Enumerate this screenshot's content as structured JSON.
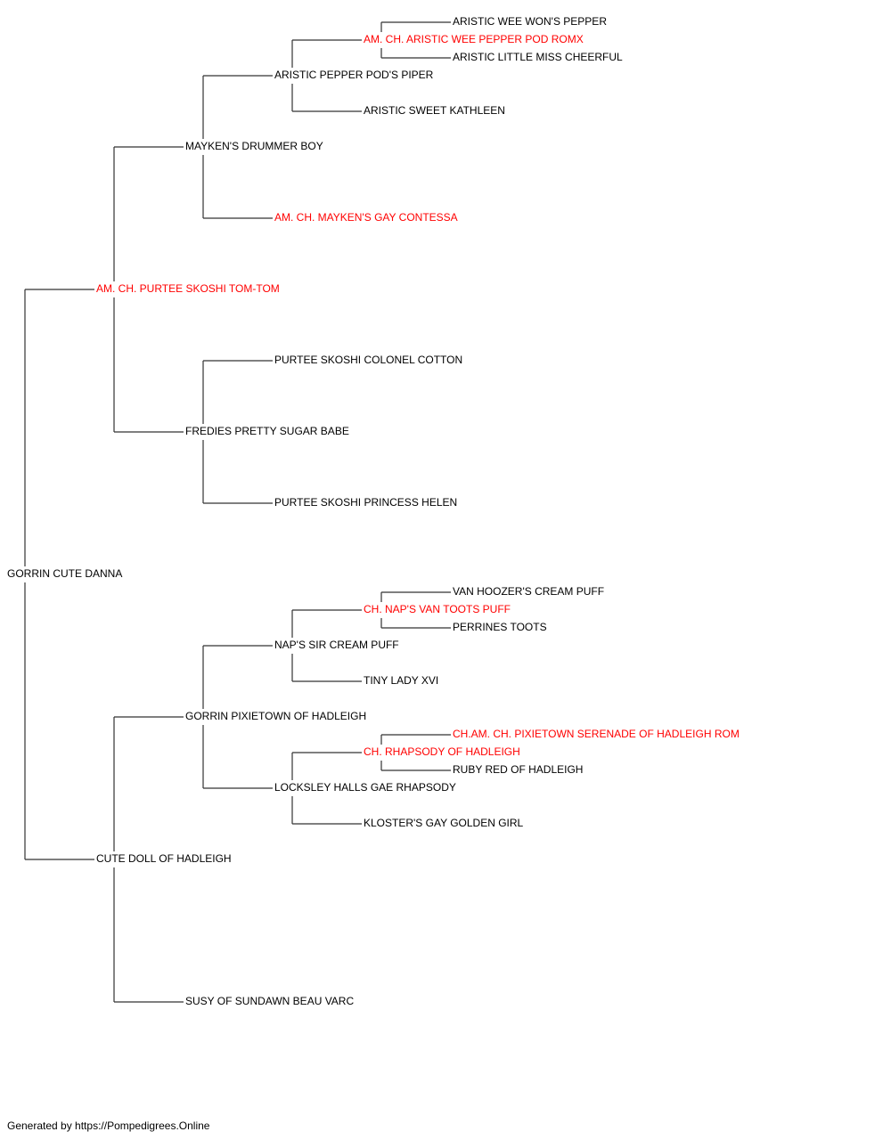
{
  "colors": {
    "champion": "#ff0000",
    "normal": "#000000",
    "line": "#333333"
  },
  "nodes": [
    {
      "id": "n0",
      "name": "GORRIN CUTE DANNA",
      "gen": 0,
      "row": 32,
      "champion": false
    },
    {
      "id": "n1",
      "name": "AM. CH. PURTEE SKOSHI TOM-TOM",
      "gen": 1,
      "row": 16,
      "champion": true,
      "parent": "n0"
    },
    {
      "id": "n2",
      "name": "MAYKEN'S DRUMMER BOY",
      "gen": 2,
      "row": 8,
      "champion": false,
      "parent": "n1"
    },
    {
      "id": "n3",
      "name": "ARISTIC PEPPER POD'S PIPER",
      "gen": 3,
      "row": 4,
      "champion": false,
      "parent": "n2"
    },
    {
      "id": "n4",
      "name": "AM. CH. ARISTIC WEE PEPPER POD ROMX",
      "gen": 4,
      "row": 2,
      "champion": true,
      "parent": "n3"
    },
    {
      "id": "n5",
      "name": "ARISTIC WEE WON'S PEPPER",
      "gen": 5,
      "row": 1,
      "champion": false,
      "parent": "n4"
    },
    {
      "id": "n6",
      "name": "ARISTIC LITTLE MISS CHEERFUL",
      "gen": 5,
      "row": 3,
      "champion": false,
      "parent": "n4"
    },
    {
      "id": "n7",
      "name": "ARISTIC SWEET KATHLEEN",
      "gen": 4,
      "row": 6,
      "champion": false,
      "parent": "n3"
    },
    {
      "id": "n8",
      "name": "AM. CH. MAYKEN'S GAY CONTESSA",
      "gen": 3,
      "row": 12,
      "champion": true,
      "parent": "n2"
    },
    {
      "id": "n9",
      "name": "FREDIES PRETTY SUGAR BABE",
      "gen": 2,
      "row": 24,
      "champion": false,
      "parent": "n1"
    },
    {
      "id": "n10",
      "name": "PURTEE SKOSHI COLONEL COTTON",
      "gen": 3,
      "row": 20,
      "champion": false,
      "parent": "n9"
    },
    {
      "id": "n11",
      "name": "PURTEE SKOSHI PRINCESS HELEN",
      "gen": 3,
      "row": 28,
      "champion": false,
      "parent": "n9"
    },
    {
      "id": "n12",
      "name": "CUTE DOLL OF HADLEIGH",
      "gen": 1,
      "row": 48,
      "champion": false,
      "parent": "n0"
    },
    {
      "id": "n13",
      "name": "GORRIN PIXIETOWN OF HADLEIGH",
      "gen": 2,
      "row": 40,
      "champion": false,
      "parent": "n12"
    },
    {
      "id": "n14",
      "name": "NAP'S SIR CREAM PUFF",
      "gen": 3,
      "row": 36,
      "champion": false,
      "parent": "n13"
    },
    {
      "id": "n15",
      "name": "CH. NAP'S VAN TOOTS PUFF",
      "gen": 4,
      "row": 34,
      "champion": true,
      "parent": "n14"
    },
    {
      "id": "n16",
      "name": "VAN HOOZER'S CREAM PUFF",
      "gen": 5,
      "row": 33,
      "champion": false,
      "parent": "n15"
    },
    {
      "id": "n17",
      "name": "PERRINES TOOTS",
      "gen": 5,
      "row": 35,
      "champion": false,
      "parent": "n15"
    },
    {
      "id": "n18",
      "name": "TINY LADY XVI",
      "gen": 4,
      "row": 38,
      "champion": false,
      "parent": "n14"
    },
    {
      "id": "n19",
      "name": "LOCKSLEY HALLS GAE RHAPSODY",
      "gen": 3,
      "row": 44,
      "champion": false,
      "parent": "n13"
    },
    {
      "id": "n20",
      "name": "CH. RHAPSODY OF HADLEIGH",
      "gen": 4,
      "row": 42,
      "champion": true,
      "parent": "n19"
    },
    {
      "id": "n21",
      "name": "CH.AM. CH. PIXIETOWN SERENADE OF HADLEIGH ROM",
      "gen": 5,
      "row": 41,
      "champion": true,
      "parent": "n20"
    },
    {
      "id": "n22",
      "name": "RUBY RED OF HADLEIGH",
      "gen": 5,
      "row": 43,
      "champion": false,
      "parent": "n20"
    },
    {
      "id": "n23",
      "name": "KLOSTER'S GAY GOLDEN GIRL",
      "gen": 4,
      "row": 46,
      "champion": false,
      "parent": "n19"
    },
    {
      "id": "n24",
      "name": "SUSY OF SUNDAWN BEAU VARC",
      "gen": 2,
      "row": 56,
      "champion": false,
      "parent": "n12"
    }
  ],
  "footer": {
    "text": "Generated by https://Pompedigrees.Online"
  }
}
